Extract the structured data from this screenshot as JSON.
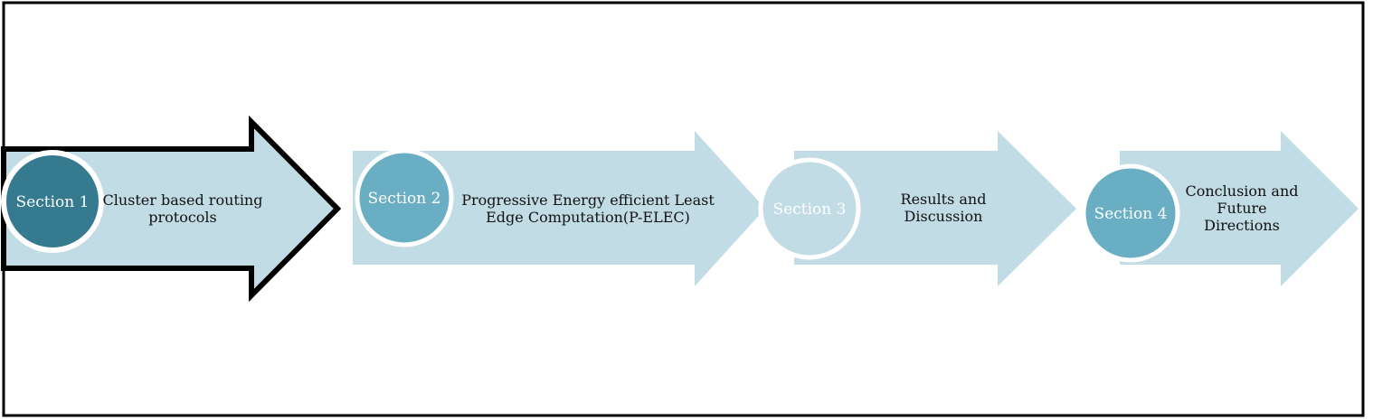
{
  "diagram": {
    "sections": [
      {
        "label": "Section 1",
        "text_lines": [
          "Cluster based routing",
          "protocols"
        ],
        "highlighted": true,
        "circle_color": "#367a90"
      },
      {
        "label": "Section 2",
        "text_lines": [
          "Progressive Energy efficient Least",
          "Edge Computation(P-ELEC)"
        ],
        "highlighted": false,
        "circle_color": "#6aaec4"
      },
      {
        "label": "Section 3",
        "text_lines": [
          "Results and",
          "Discussion"
        ],
        "highlighted": false,
        "circle_color": "#c2dce5"
      },
      {
        "label": "Section 4",
        "text_lines": [
          "Conclusion and",
          "Future",
          "Directions"
        ],
        "highlighted": false,
        "circle_color": "#6aaec4"
      }
    ],
    "colors": {
      "arrow_fill": "#c2dce5",
      "highlight_outline": "#000000",
      "circle_ring": "#ffffff",
      "frame": "#000000"
    }
  }
}
